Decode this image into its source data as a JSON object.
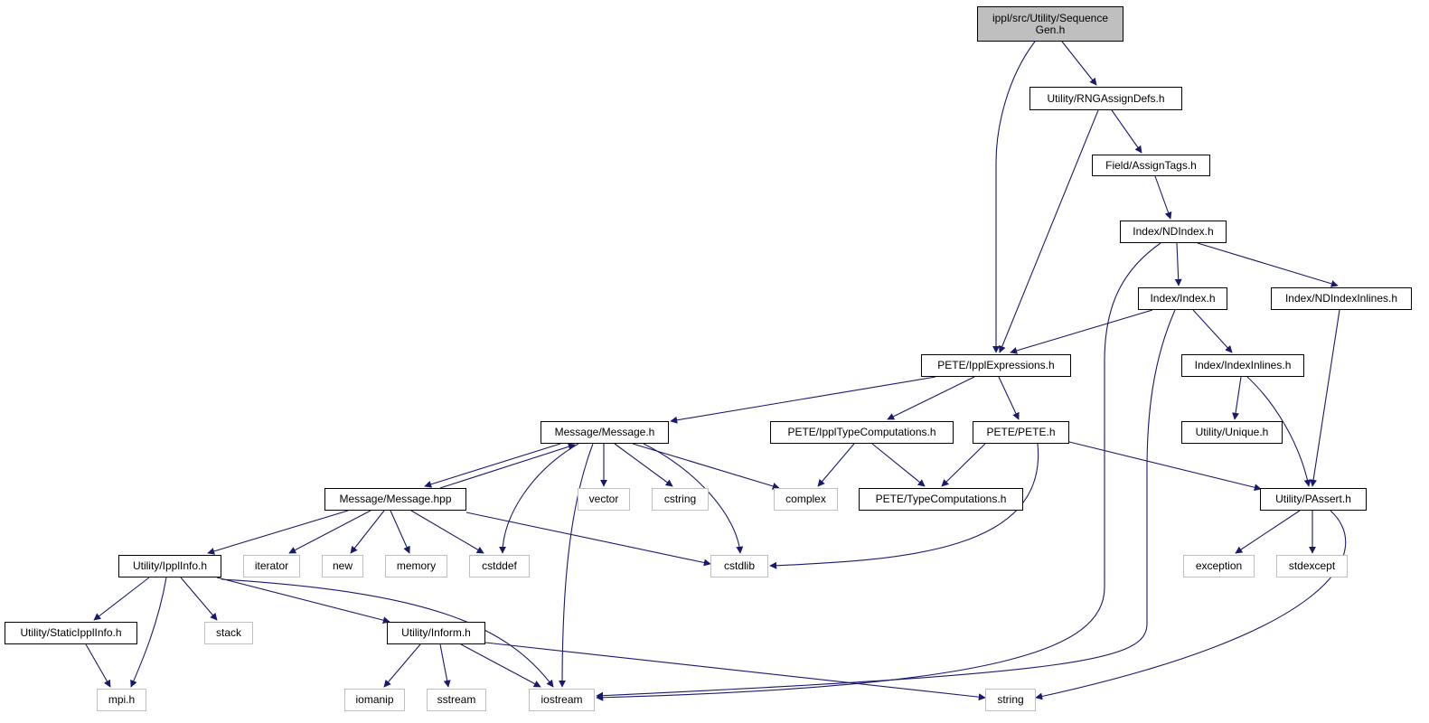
{
  "colors": {
    "edge": "#191970",
    "node_border": "#000000",
    "external_border": "#bfbfbf",
    "root_fill": "#bfbfbf",
    "background": "#ffffff"
  },
  "nodes": {
    "root": "ippl/src/Utility/Sequence Gen.h",
    "rngassigndefs": "Utility/RNGAssignDefs.h",
    "assigntags": "Field/AssignTags.h",
    "ndindex": "Index/NDIndex.h",
    "index": "Index/Index.h",
    "ndindexinlines": "Index/NDIndexInlines.h",
    "ipplexpressions": "PETE/IpplExpressions.h",
    "indexinlines": "Index/IndexInlines.h",
    "message_h": "Message/Message.h",
    "ippltypecomputations": "PETE/IpplTypeComputations.h",
    "pete": "PETE/PETE.h",
    "unique": "Utility/Unique.h",
    "message_hpp": "Message/Message.hpp",
    "vector": "vector",
    "cstring": "cstring",
    "complex": "complex",
    "typecomputations": "PETE/TypeComputations.h",
    "passert": "Utility/PAssert.h",
    "ipplinfo": "Utility/IpplInfo.h",
    "iterator": "iterator",
    "new": "new",
    "memory": "memory",
    "cstddef": "cstddef",
    "cstdlib": "cstdlib",
    "exception": "exception",
    "stdexcept": "stdexcept",
    "staticipplinfo": "Utility/StaticIpplInfo.h",
    "stack": "stack",
    "inform": "Utility/Inform.h",
    "mpi": "mpi.h",
    "iomanip": "iomanip",
    "sstream": "sstream",
    "iostream": "iostream",
    "string": "string"
  }
}
